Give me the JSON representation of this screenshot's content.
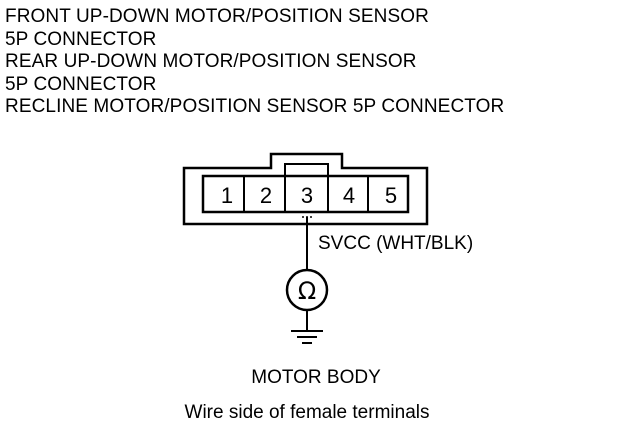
{
  "title_lines": [
    "FRONT UP-DOWN MOTOR/POSITION SENSOR",
    "5P CONNECTOR",
    "REAR UP-DOWN MOTOR/POSITION SENSOR",
    "5P CONNECTOR",
    "RECLINE MOTOR/POSITION SENSOR 5P CONNECTOR"
  ],
  "connector": {
    "pins": [
      "1",
      "2",
      "3",
      "4",
      "5"
    ]
  },
  "wire_label": "SVCC (WHT/BLK)",
  "meter_symbol": "Ω",
  "ground_label": "MOTOR BODY",
  "view_note": "Wire side of female terminals"
}
